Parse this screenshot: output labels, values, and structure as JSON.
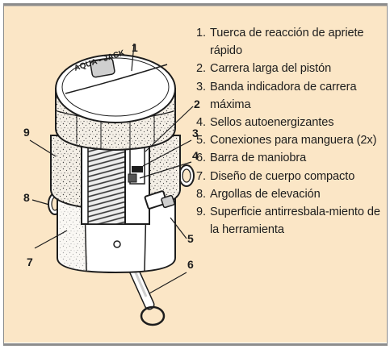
{
  "callout_numbers": [
    "1",
    "2",
    "3",
    "4",
    "5",
    "6",
    "7",
    "8",
    "9"
  ],
  "cap_text": "AQUA - JACK",
  "legend": [
    {
      "number": "1.",
      "text": "Tuerca de reacción de apriete rápido"
    },
    {
      "number": "2.",
      "text": "Carrera larga del pistón"
    },
    {
      "number": "3.",
      "text": "Banda indicadora de carrera máxima"
    },
    {
      "number": "4.",
      "text": "Sellos autoenergizantes"
    },
    {
      "number": "5.",
      "text": "Conexiones para manguera (2x)"
    },
    {
      "number": "6.",
      "text": "Barra de maniobra"
    },
    {
      "number": "7.",
      "text": "Diseño de cuerpo compacto"
    },
    {
      "number": "8.",
      "text": "Argollas de elevación"
    },
    {
      "number": "9.",
      "text": "Superficie antirresbala-miento de la herramienta"
    }
  ],
  "colors": {
    "background": "#fbe6c6",
    "frame": "#8c8c8c",
    "ink": "#1d1d1d",
    "tool_light": "#ffffff",
    "tool_shade": "#cfcfcf"
  }
}
